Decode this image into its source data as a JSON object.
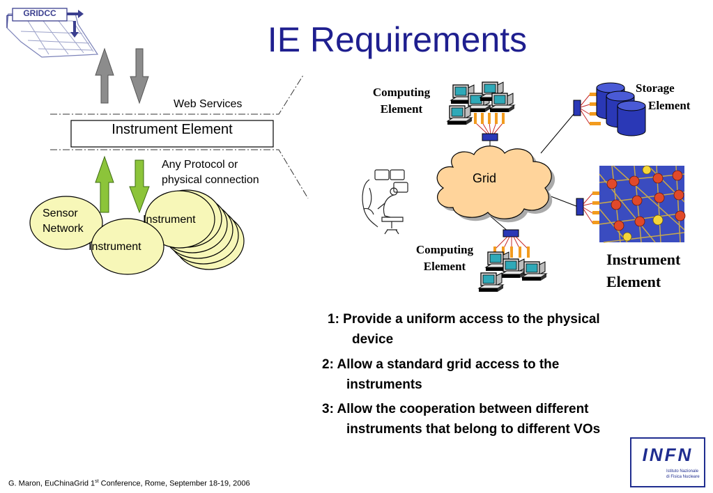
{
  "slide": {
    "title": "IE Requirements",
    "logo_text": "GRIDCC",
    "infn_logo_text": "INFN",
    "infn_logo_sub1": "Istituto Nazionale",
    "infn_logo_sub2": "di Fisica Nucleare"
  },
  "left_diagram": {
    "web_services_label": "Web Services",
    "instrument_element_box": "Instrument Element",
    "any_protocol_line1": "Any Protocol or",
    "any_protocol_line2": "physical connection",
    "sensor_network_line1": "Sensor",
    "sensor_network_line2": "Network",
    "instrument_left": "Instrument",
    "instrument_stack": "Instrument",
    "colors": {
      "gray_arrow": "#8c8c8c",
      "green_arrow": "#8cc43a",
      "ellipse_fill": "#f7f7b8"
    }
  },
  "right_diagram": {
    "computing_element_top_line1": "Computing",
    "computing_element_top_line2": "Element",
    "storage_element_line1": "Storage",
    "storage_element_line2": "Element",
    "grid_label": "Grid",
    "computing_element_bottom_line1": "Computing",
    "computing_element_bottom_line2": "Element",
    "instrument_element_line1": "Instrument",
    "instrument_element_line2": "Element",
    "colors": {
      "cloud_fill": "#ffd49b",
      "storage_blue": "#2a38b6",
      "connector_orange": "#f29b1e",
      "mesh_node": "#e0492a"
    }
  },
  "requirements": [
    {
      "line1": "1:  Provide a uniform access to the physical",
      "line2": "device"
    },
    {
      "line1": "2:  Allow a standard grid access to the",
      "line2": "instruments"
    },
    {
      "line1": "3:  Allow the cooperation between different",
      "line2": "instruments that belong to different VOs"
    }
  ],
  "footer": {
    "text_before": "G. Maron, EuChinaGrid 1",
    "superscript": "st",
    "text_after": " Conference, Rome, September 18-19, 2006"
  }
}
